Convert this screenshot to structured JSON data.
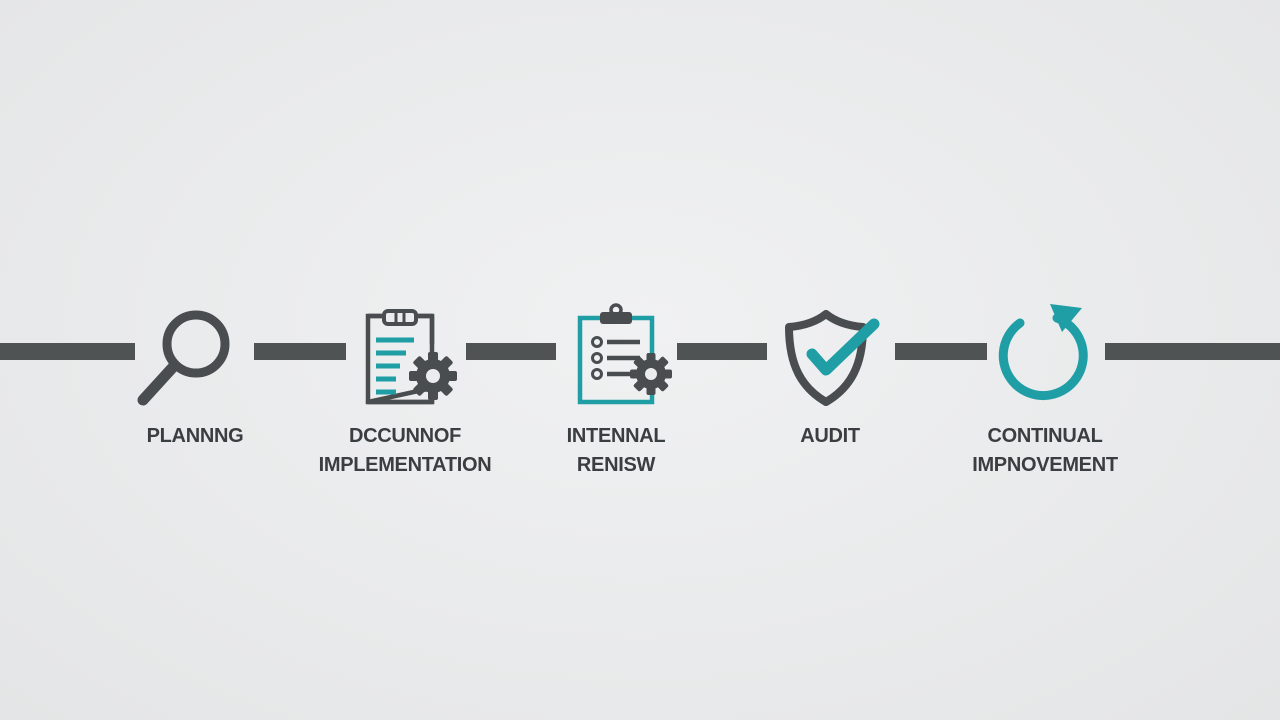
{
  "colors": {
    "background": "#ebeced",
    "line": "#505354",
    "icon_dark": "#4a4d4f",
    "accent": "#1f9ea6",
    "label": "#3b3e40"
  },
  "steps": [
    {
      "icon": "magnifier-icon",
      "label_lines": [
        "PLANNNG"
      ]
    },
    {
      "icon": "clipboard-gear-icon",
      "label_lines": [
        "DCCUNNOF",
        "IMPLEMENTATION"
      ]
    },
    {
      "icon": "checklist-gear-icon",
      "label_lines": [
        "INTENNAL",
        "RENISW"
      ]
    },
    {
      "icon": "shield-check-icon",
      "label_lines": [
        "AUDIT"
      ]
    },
    {
      "icon": "circular-arrow-icon",
      "label_lines": [
        "CONTINUAL",
        "IMPNOVEMENT"
      ]
    }
  ]
}
